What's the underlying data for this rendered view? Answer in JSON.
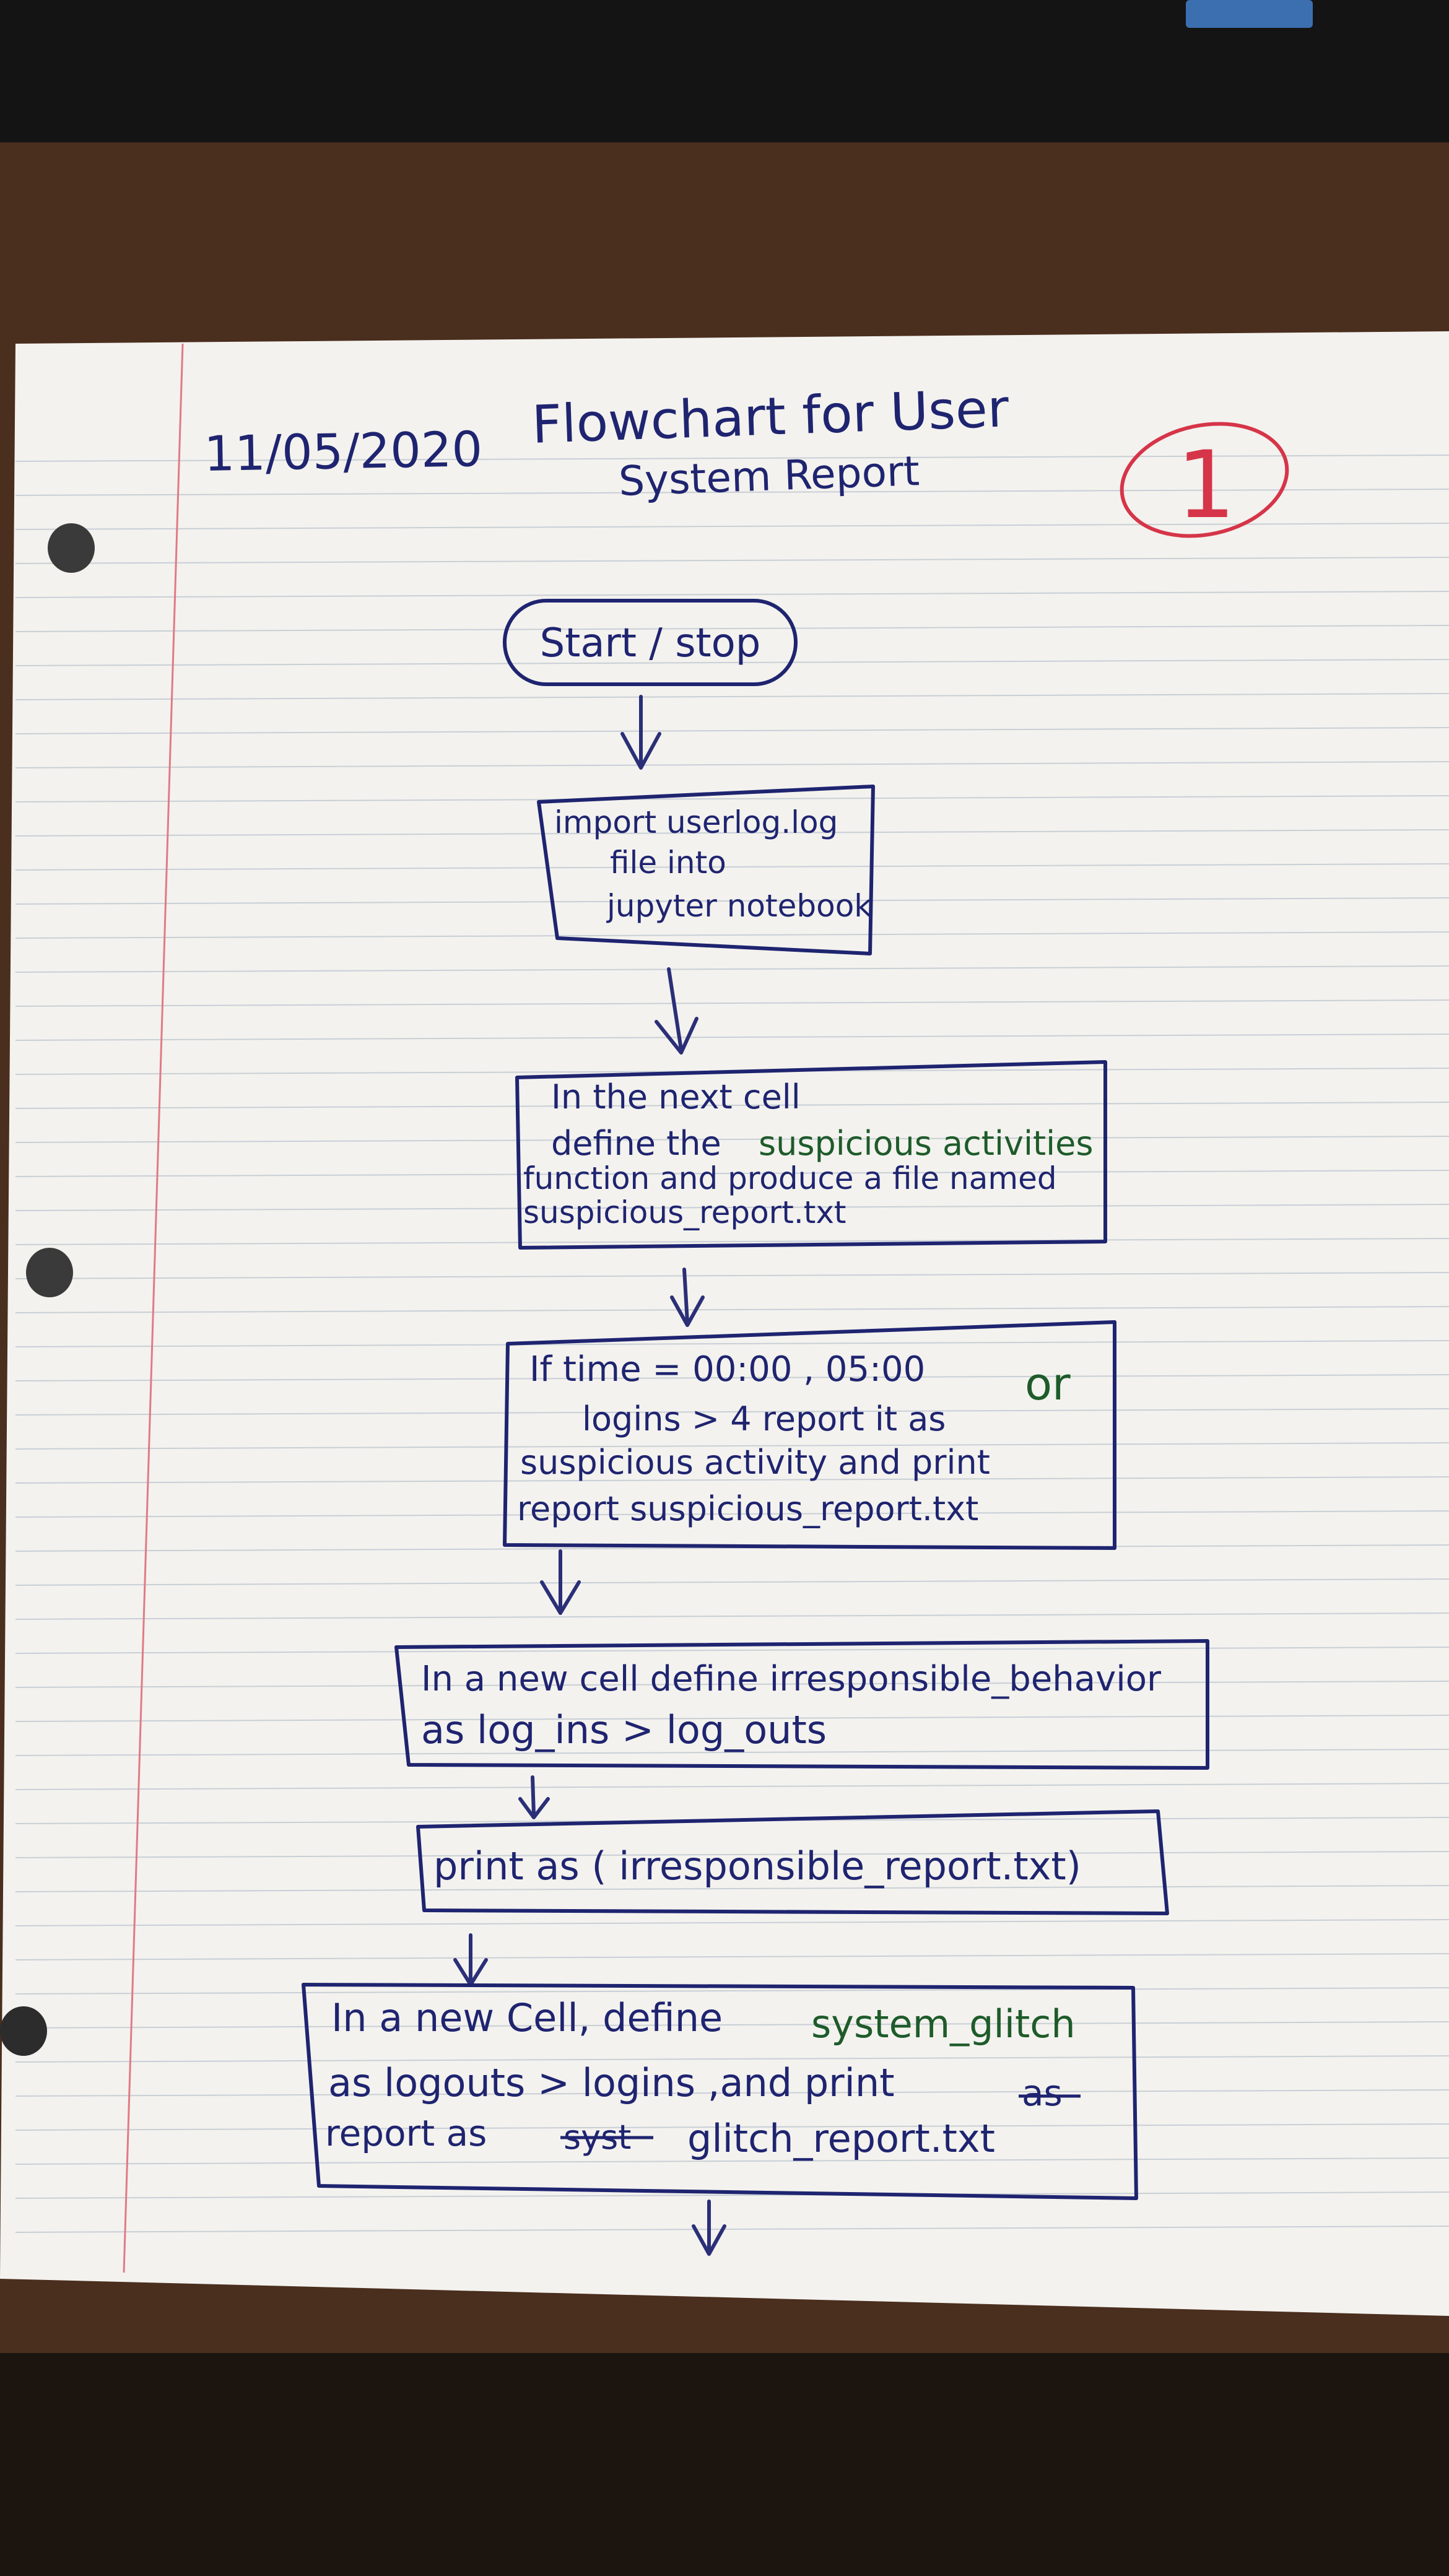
{
  "header": {
    "date": "11/05/2020",
    "title_line1": "Flowchart for User",
    "title_line2": "System Report",
    "page_number": "1"
  },
  "colors": {
    "ink_blue": "#1f2470",
    "ink_green": "#1e5b2a",
    "ink_red": "#d63549",
    "margin_line": "#e07a86",
    "rule_line": "#c9cfd6",
    "paper": "#f3f2ee",
    "desk": "#4a2e1e"
  },
  "nodes": {
    "start": {
      "label": "Start / stop"
    },
    "import": {
      "lines": [
        "import userlog.log",
        "file into",
        "jupyter notebook"
      ]
    },
    "define": {
      "line1": "In the next cell",
      "line2_a": "define the",
      "line2_b": "suspicious activities",
      "line3": "function and produce a file named",
      "line4": "suspicious_report.txt"
    },
    "condition": {
      "line1": "If  time = 00:00 , 05:00",
      "or_note": "or",
      "line2": "logins > 4 report it as",
      "line3": "suspicious activity and print",
      "line4": "report suspicious_report.txt"
    },
    "irresponsible": {
      "lines": [
        "In a new cell define irresponsible_behavior",
        "as    log_ins > log_outs"
      ]
    },
    "print_irresponsible": {
      "label": "print as ( irresponsible_report.txt)"
    },
    "glitch": {
      "line1_a": "In a new Cell, define",
      "line1_b": "system_glitch",
      "line2_a": "as  logouts > logins ,and print",
      "line2_strike": "as",
      "line3_a": "report as",
      "line3_strike": "syst",
      "line3_b": "glitch_report.txt"
    }
  }
}
